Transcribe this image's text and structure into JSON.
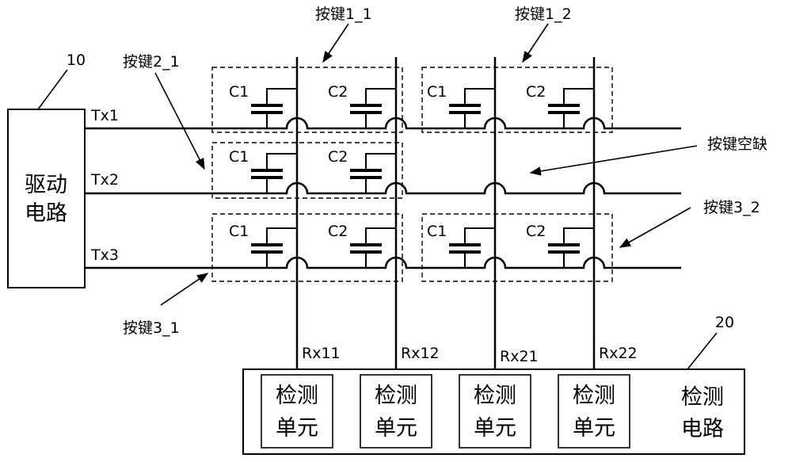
{
  "driver": {
    "ref": "10",
    "line1": "驱动",
    "line2": "电路"
  },
  "tx_lines": [
    "Tx1",
    "Tx2",
    "Tx3"
  ],
  "rx_lines": [
    "Rx11",
    "Rx12",
    "Rx21",
    "Rx22"
  ],
  "capacitors": {
    "c1": "C1",
    "c2": "C2"
  },
  "key_labels": {
    "k1_1": "按键1_1",
    "k1_2": "按键1_2",
    "k2_1": "按键2_1",
    "k3_1": "按键3_1",
    "k3_2": "按键3_2",
    "gap": "按键空缺"
  },
  "detection": {
    "ref": "20",
    "unit_line1": "检测",
    "unit_line2": "单元",
    "circuit_line1": "检测",
    "circuit_line2": "电路"
  }
}
